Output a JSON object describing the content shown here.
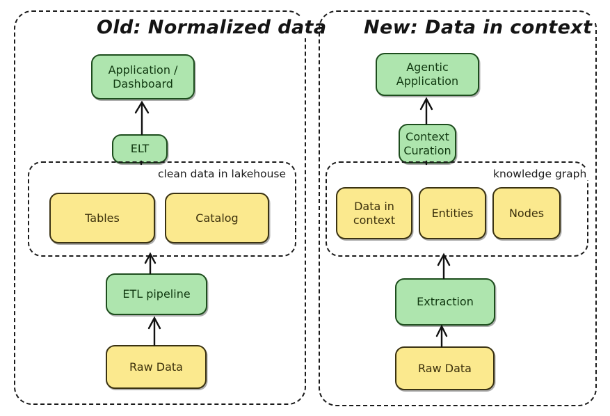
{
  "diagram": {
    "panels": [
      {
        "id": "old",
        "title": "Old: Normalized data",
        "group_label": "clean data in lakehouse",
        "nodes": [
          {
            "name": "application-dashboard",
            "label": "Application /\nDashboard",
            "color": "green"
          },
          {
            "name": "elt",
            "label": "ELT",
            "color": "green"
          },
          {
            "name": "tables",
            "label": "Tables",
            "color": "yellow"
          },
          {
            "name": "catalog",
            "label": "Catalog",
            "color": "yellow"
          },
          {
            "name": "etl-pipeline",
            "label": "ETL pipeline",
            "color": "green"
          },
          {
            "name": "raw-data",
            "label": "Raw Data",
            "color": "yellow"
          }
        ]
      },
      {
        "id": "new",
        "title": "New: Data in context",
        "group_label": "knowledge graph",
        "nodes": [
          {
            "name": "agentic-application",
            "label": "Agentic\nApplication",
            "color": "green"
          },
          {
            "name": "context-curation",
            "label": "Context\nCuration",
            "color": "green"
          },
          {
            "name": "data-in-context",
            "label": "Data in\ncontext",
            "color": "yellow"
          },
          {
            "name": "entities",
            "label": "Entities",
            "color": "yellow"
          },
          {
            "name": "nodes",
            "label": "Nodes",
            "color": "yellow"
          },
          {
            "name": "extraction",
            "label": "Extraction",
            "color": "green"
          },
          {
            "name": "raw-data",
            "label": "Raw Data",
            "color": "yellow"
          }
        ]
      }
    ],
    "colors": {
      "green_fill": "#aee5ae",
      "green_border": "#1d4d1d",
      "yellow_fill": "#fbe98e",
      "yellow_border": "#3a3212",
      "stroke": "#1a1a1a",
      "background": "#ffffff"
    },
    "arrows": [
      {
        "name": "arrow-elt-to-application",
        "from": "elt",
        "to": "application-dashboard"
      },
      {
        "name": "arrow-lakehouse-to-elt",
        "from": "clean-data-in-lakehouse",
        "to": "elt"
      },
      {
        "name": "arrow-etl-pipeline-to-lakehouse",
        "from": "etl-pipeline",
        "to": "clean-data-in-lakehouse"
      },
      {
        "name": "arrow-raw-data-to-etl-pipeline",
        "from": "raw-data",
        "to": "etl-pipeline"
      },
      {
        "name": "arrow-context-curation-to-agentic-application",
        "from": "context-curation",
        "to": "agentic-application"
      },
      {
        "name": "arrow-knowledge-graph-to-context-curation",
        "from": "knowledge-graph",
        "to": "context-curation"
      },
      {
        "name": "arrow-extraction-to-knowledge-graph",
        "from": "extraction",
        "to": "knowledge-graph"
      },
      {
        "name": "arrow-raw-data-to-extraction",
        "from": "raw-data",
        "to": "extraction"
      }
    ]
  }
}
